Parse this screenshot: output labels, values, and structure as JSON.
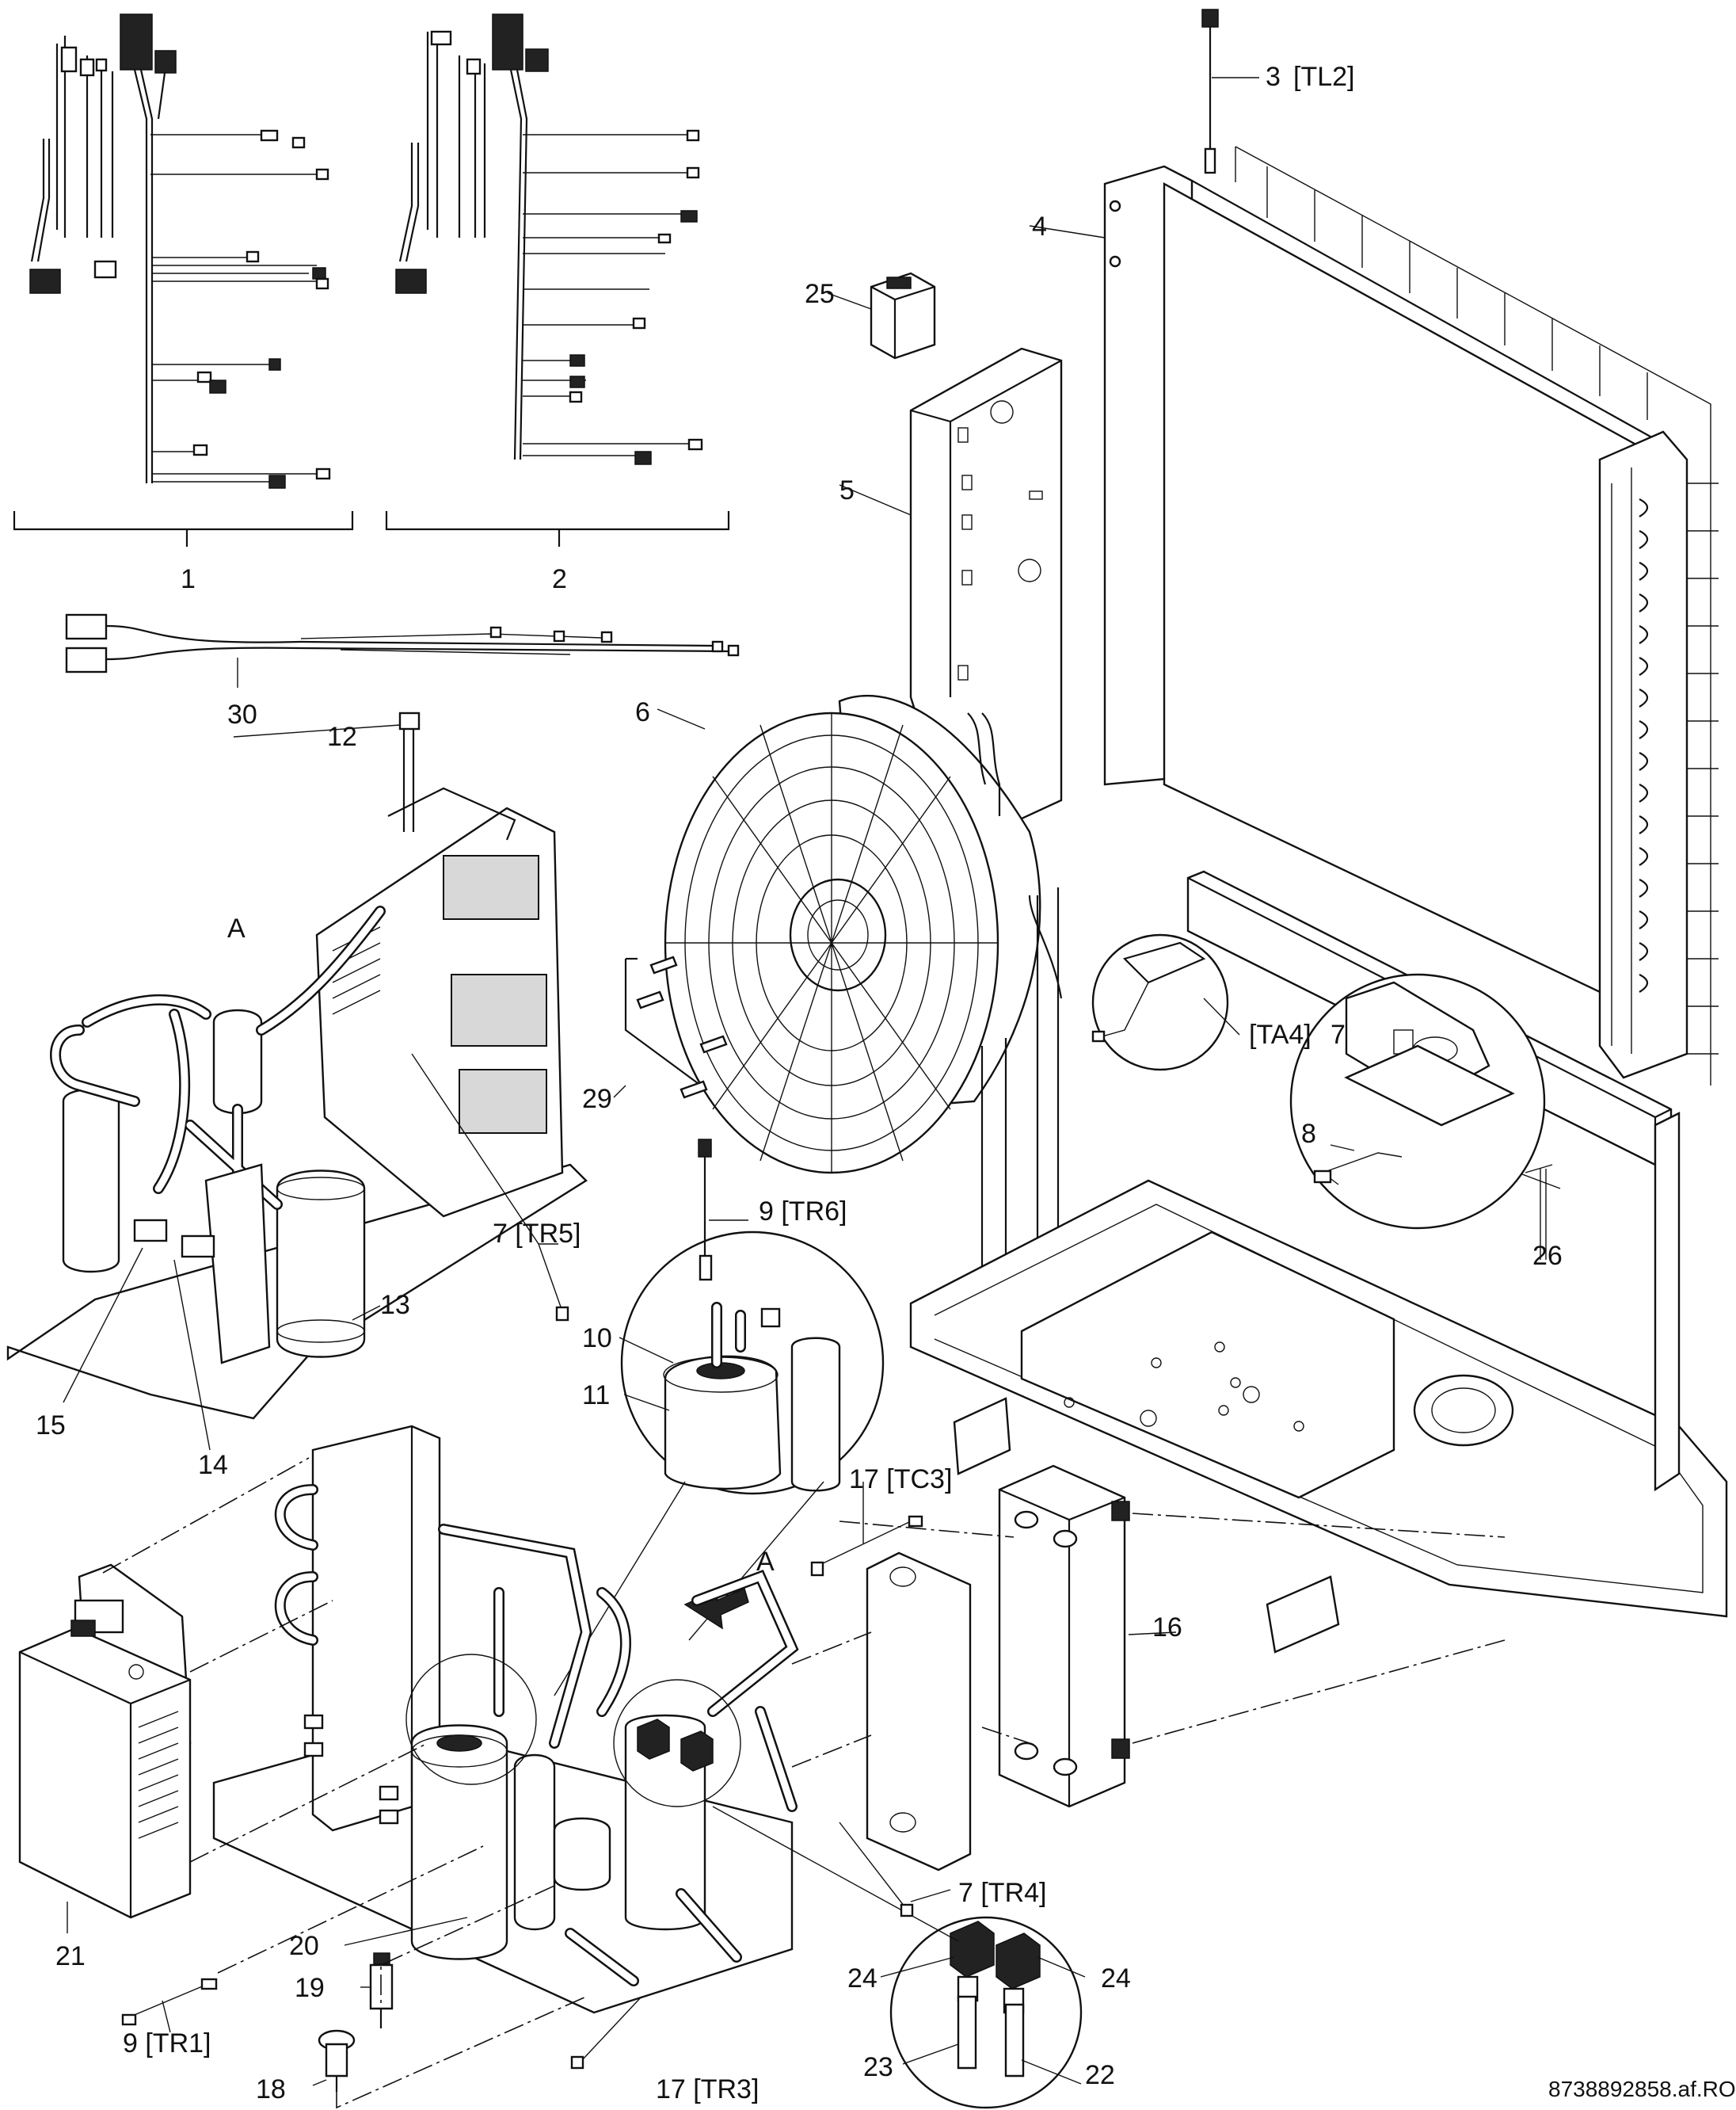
{
  "drawing_code": "8738892858.af.RO",
  "callouts": {
    "c1": "1",
    "c2": "2",
    "c3": "3",
    "c3_tag": "[TL2]",
    "c4": "4",
    "c5": "5",
    "c6": "6",
    "c7_ta4_tag": "[TA4]",
    "c7_ta4": "7",
    "c8": "8",
    "c26": "26",
    "c25": "25",
    "c30": "30",
    "c12": "12",
    "cA1": "A",
    "c29": "29",
    "c7_tr5": "7 [TR5]",
    "c9_tr6": "9  [TR6]",
    "c13": "13",
    "c10": "10",
    "c11": "11",
    "c15": "15",
    "c14": "14",
    "c17_tc3": "17  [TC3]",
    "cA2": "A",
    "c16": "16",
    "c7_tr4": "7 [TR4]",
    "c21": "21",
    "c20": "20",
    "c19": "19",
    "c9_tr1": "9 [TR1]",
    "c18": "18",
    "c17_tr3": "17 [TR3]",
    "c24a": "24",
    "c24b": "24",
    "c23": "23",
    "c22": "22"
  }
}
